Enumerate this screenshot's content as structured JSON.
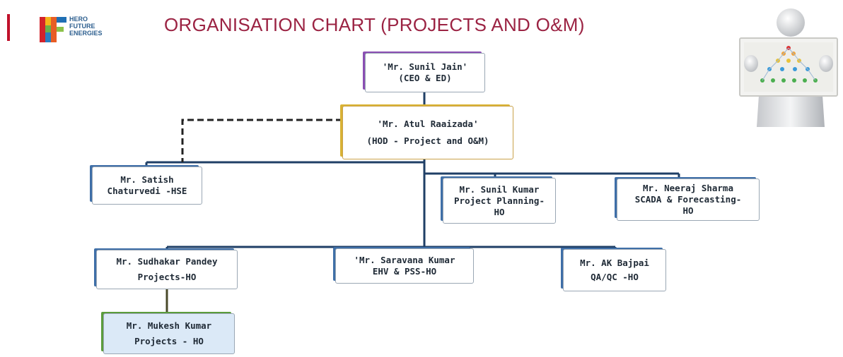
{
  "header": {
    "logo_lines": [
      "HERO",
      "FUTURE",
      "ENERGIES"
    ],
    "title": "ORGANISATION CHART (PROJECTS AND O&M)"
  },
  "org": {
    "ceo": {
      "name": "'Mr. Sunil Jain'",
      "role": "(CEO & ED)"
    },
    "hod": {
      "name": "'Mr. Atul Raaizada'",
      "role": "(HOD - Project and O&M)"
    },
    "satish": {
      "line1": "Mr. Satish",
      "line2": "Chaturvedi -HSE"
    },
    "sunil_kumar": {
      "line1": "Mr. Sunil Kumar",
      "line2": "Project Planning-",
      "line3": "HO"
    },
    "neeraj": {
      "line1": "Mr. Neeraj Sharma",
      "line2": "SCADA & Forecasting-",
      "line3": "HO"
    },
    "sudhakar": {
      "line1": "Mr. Sudhakar Pandey",
      "line2": "Projects-HO"
    },
    "saravana": {
      "line1": "'Mr. Saravana Kumar",
      "line2": "EHV & PSS-HO"
    },
    "bajpai": {
      "line1": "Mr. AK Bajpai",
      "line2": "QA/QC -HO"
    },
    "mukesh": {
      "line1": "Mr. Mukesh Kumar",
      "line2": "Projects - HO"
    }
  },
  "colors": {
    "title": "#9b2343",
    "connector": "#1f3f66",
    "accent_blue": "#3f6fa8"
  }
}
